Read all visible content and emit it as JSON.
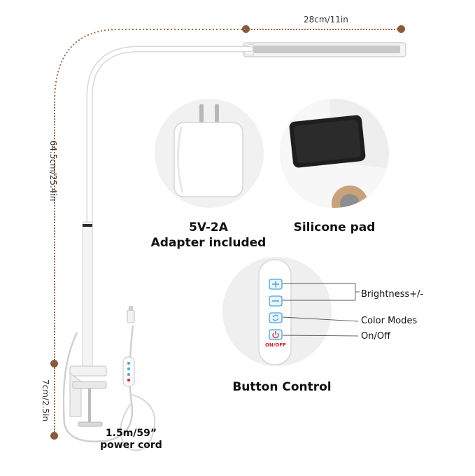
{
  "dimensions": {
    "width_label": "28cm/11in",
    "height_label": "64.5cm/25.4in",
    "clamp_label": "7cm/2.5in",
    "cord_label_line1": "1.5m/59”",
    "cord_label_line2": "power cord"
  },
  "features": {
    "adapter": {
      "line1": "5V-2A",
      "line2": "Adapter included",
      "icon": "power-adapter-icon"
    },
    "pad": {
      "label": "Silicone pad",
      "icon": "silicone-pad-icon"
    },
    "control": {
      "title": "Button Control",
      "onoff_text": "ON/OFF",
      "labels": {
        "brightness": "Brightness+/-",
        "color": "Color Modes",
        "onoff": "On/Off"
      },
      "buttons": [
        "plus-icon",
        "minus-icon",
        "color-cycle-icon",
        "power-icon"
      ]
    }
  },
  "colors": {
    "accent_dot": "#8b5a3c",
    "dotted_line": "#a06a48",
    "button_blue": "#4aa3d8",
    "power_red": "#d2232a"
  }
}
